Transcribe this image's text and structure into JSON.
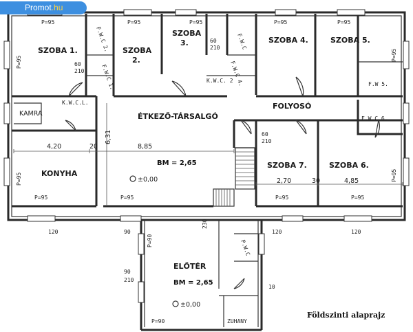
{
  "brand": {
    "name": "Promot",
    "tld": ".hu"
  },
  "caption": "Földszinti alaprajz",
  "rooms": {
    "szoba1": "SZOBA 1.",
    "szoba2a": "SZOBA",
    "szoba2b": "2.",
    "szoba3a": "SZOBA",
    "szoba3b": "3.",
    "szoba4": "SZOBA 4.",
    "szoba5": "SZOBA 5.",
    "szoba6": "SZOBA 6.",
    "szoba7": "SZOBA 7.",
    "konyha": "KONYHA",
    "kamra": "KAMRA",
    "etkezo": "ÉTKEZŐ-TÁRSALGÓ",
    "folyoso": "FOLYOSÓ",
    "eloter": "ELŐTÉR",
    "zuhany": "ZUHANY",
    "fwc1": "F.W.C 1.",
    "fwc2": "F.W.C 2.",
    "fwc4": "F.W.C 4.",
    "fwc5": "F.W 5.",
    "fwc6": "F.W.C 6.",
    "fwcMid": "F.W.C",
    "kwc": "K.W.C. 2",
    "kwcl": "K.W.C.L.",
    "pwc": "P.W.C"
  },
  "levels": {
    "main": "BM = 2,65",
    "hall": "BM = 2,65",
    "elev1": "±0,00",
    "elev2": "±0,00"
  },
  "dims": {
    "p95": "P=95",
    "p90": "P=90",
    "d420": "4,20",
    "d885": "8,85",
    "d631": "6,31",
    "d20": "20",
    "d270": "2,70",
    "d30": "30",
    "d485": "4,85",
    "d60": "60",
    "d210": "210",
    "d90": "90",
    "d120": "120",
    "d230": "230",
    "d10": "10"
  }
}
